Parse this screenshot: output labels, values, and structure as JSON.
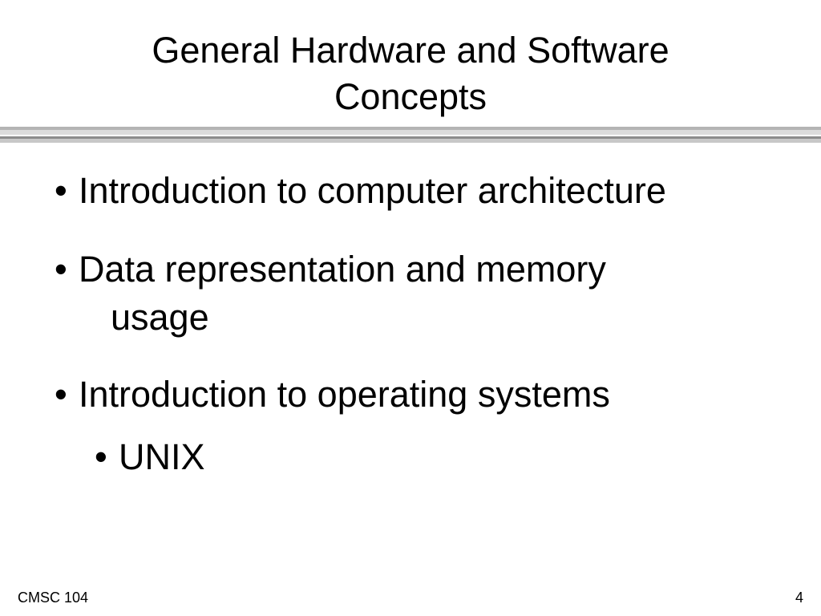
{
  "slide": {
    "title_line1": "General Hardware and Software",
    "title_line2": "Concepts",
    "bullets": [
      {
        "marker": "•",
        "text": "Introduction to computer architecture"
      },
      {
        "marker": "•",
        "text": "Data representation and memory",
        "continuation": "usage"
      },
      {
        "marker": "•",
        "text": "Introduction to operating systems"
      },
      {
        "marker": "•",
        "text": "UNIX"
      }
    ]
  },
  "footer": {
    "course": "CMSC 104",
    "page_number": "4"
  },
  "colors": {
    "background": "#ffffff",
    "text": "#000000",
    "divider_dark": "#8c8c8c",
    "divider_light": "#c8c8c8"
  }
}
